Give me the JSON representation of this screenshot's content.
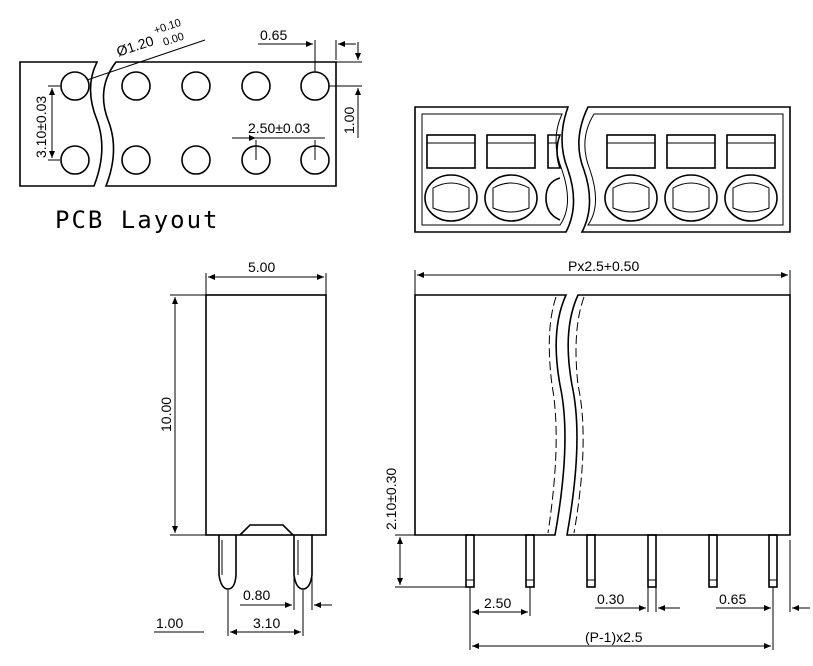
{
  "pcb_layout": {
    "title": "PCB  Layout",
    "hole_dia": "Ø1.20",
    "hole_tol_upper": "+0.10",
    "hole_tol_lower": "0.00",
    "dim_row": "3.10±0.03",
    "dim_pitch": "2.50±0.03",
    "dim_edge": "0.65",
    "dim_vert": "1.00"
  },
  "side_view": {
    "width": "5.00",
    "height": "10.00",
    "pin_width": "0.80",
    "pin_spacing": "3.10",
    "pin_len": "1.00"
  },
  "front_view": {
    "length": "Px2.5+0.50",
    "pin_height": "2.10±0.30",
    "pitch": "2.50",
    "pin_thickness": "0.30",
    "edge": "0.65",
    "span": "(P-1)x2.5"
  }
}
